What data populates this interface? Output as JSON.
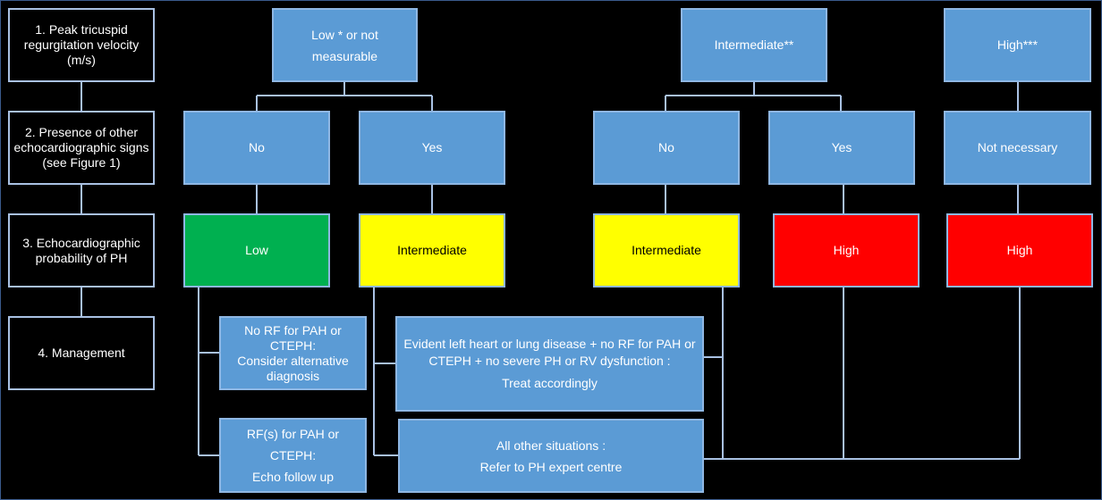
{
  "steps": {
    "step1": [
      "1. Peak tricuspid",
      "regurgitation velocity",
      "(m/s)"
    ],
    "step2": [
      "2. Presence of other",
      "echocardiographic signs",
      "(see Figure 1)"
    ],
    "step3": [
      "3. Echocardiographic",
      "probability of PH"
    ],
    "step4": "4. Management"
  },
  "velocity": {
    "low": [
      "Low * or not",
      "measurable"
    ],
    "intermediate": "Intermediate**",
    "high": "High***"
  },
  "signs": {
    "low_no": "No",
    "low_yes": "Yes",
    "int_no": "No",
    "int_yes": "Yes",
    "high_na": "Not necessary"
  },
  "probability": {
    "low": "Low",
    "intermediate_1": "Intermediate",
    "intermediate_2": "Intermediate",
    "high_1": "High",
    "high_2": "High"
  },
  "management": {
    "no_rf": [
      "No RF for PAH or CTEPH:",
      "Consider alternative",
      "diagnosis"
    ],
    "rf": [
      "RF(s) for PAH or  CTEPH:",
      "Echo follow up"
    ],
    "evident": [
      "Evident left heart or lung disease + no RF for PAH or",
      "CTEPH + no severe PH or RV dysfunction :",
      "Treat accordingly"
    ],
    "other": [
      "All other situations :",
      "Refer to PH expert centre"
    ]
  },
  "colors": {
    "blue": "#5b9bd5",
    "green": "#00b050",
    "yellow": "#ffff00",
    "red": "#ff0000",
    "connector": "#a9c1e3"
  }
}
